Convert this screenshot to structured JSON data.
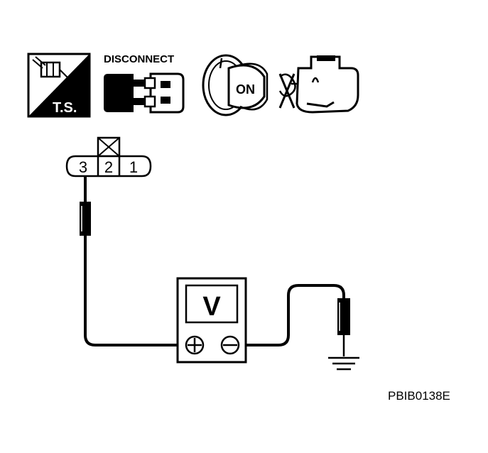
{
  "icons": {
    "ts": {
      "label": "T.S.",
      "name": "tester-icon"
    },
    "disconnect": {
      "label": "DISCONNECT",
      "name": "disconnect-icon"
    },
    "ignition": {
      "label": "ON",
      "name": "ignition-key-icon"
    },
    "engine": {
      "name": "engine-stop-icon"
    }
  },
  "connector": {
    "pins": [
      "3",
      "2",
      "1"
    ]
  },
  "meter": {
    "symbol": "V",
    "positive": "⊕",
    "negative": "⊖"
  },
  "reference_code": "PBIB0138E"
}
